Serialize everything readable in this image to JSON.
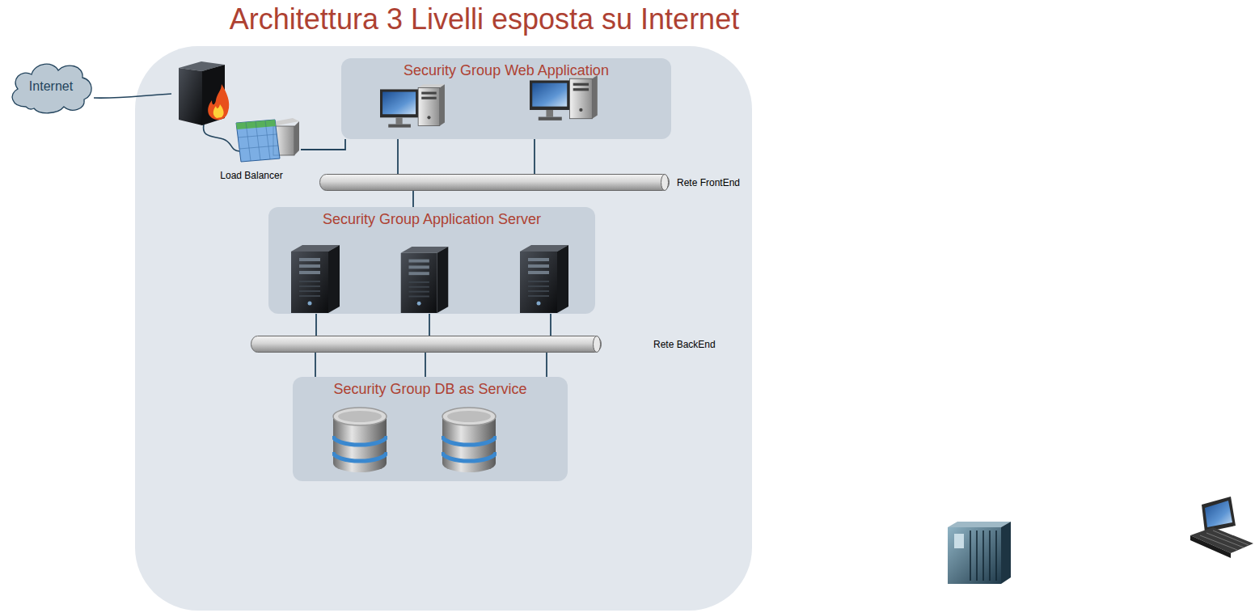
{
  "diagram": {
    "title": "Architettura 3 Livelli esposta su Internet",
    "nodes": [
      {
        "text": [
          "Internet"
        ]
      },
      {
        "text": [
          "Load Balancer"
        ]
      },
      {
        "text": [
          "Security Group Web Application"
        ]
      },
      {
        "text": [
          "Rete FrontEnd"
        ]
      },
      {
        "text": [
          "Security Group Application Server"
        ]
      },
      {
        "text": [
          "Rete BackEnd"
        ]
      },
      {
        "text": [
          "Security Group DB as Service"
        ]
      }
    ],
    "edges": [
      {
        "from": 1,
        "to": 2,
        "arrow": "none"
      },
      {
        "from": 2,
        "to": 3,
        "arrow": "none"
      },
      {
        "from": 2,
        "to": 3,
        "arrow": "none"
      },
      {
        "from": 3,
        "to": 4,
        "arrow": "none"
      },
      {
        "from": 4,
        "to": 5,
        "arrow": "none"
      },
      {
        "from": 4,
        "to": 5,
        "arrow": "none"
      },
      {
        "from": 4,
        "to": 5,
        "arrow": "none"
      },
      {
        "from": 5,
        "to": 6,
        "arrow": "none"
      },
      {
        "from": 5,
        "to": 6,
        "arrow": "none"
      },
      {
        "from": 5,
        "to": 6,
        "arrow": "none"
      }
    ]
  }
}
